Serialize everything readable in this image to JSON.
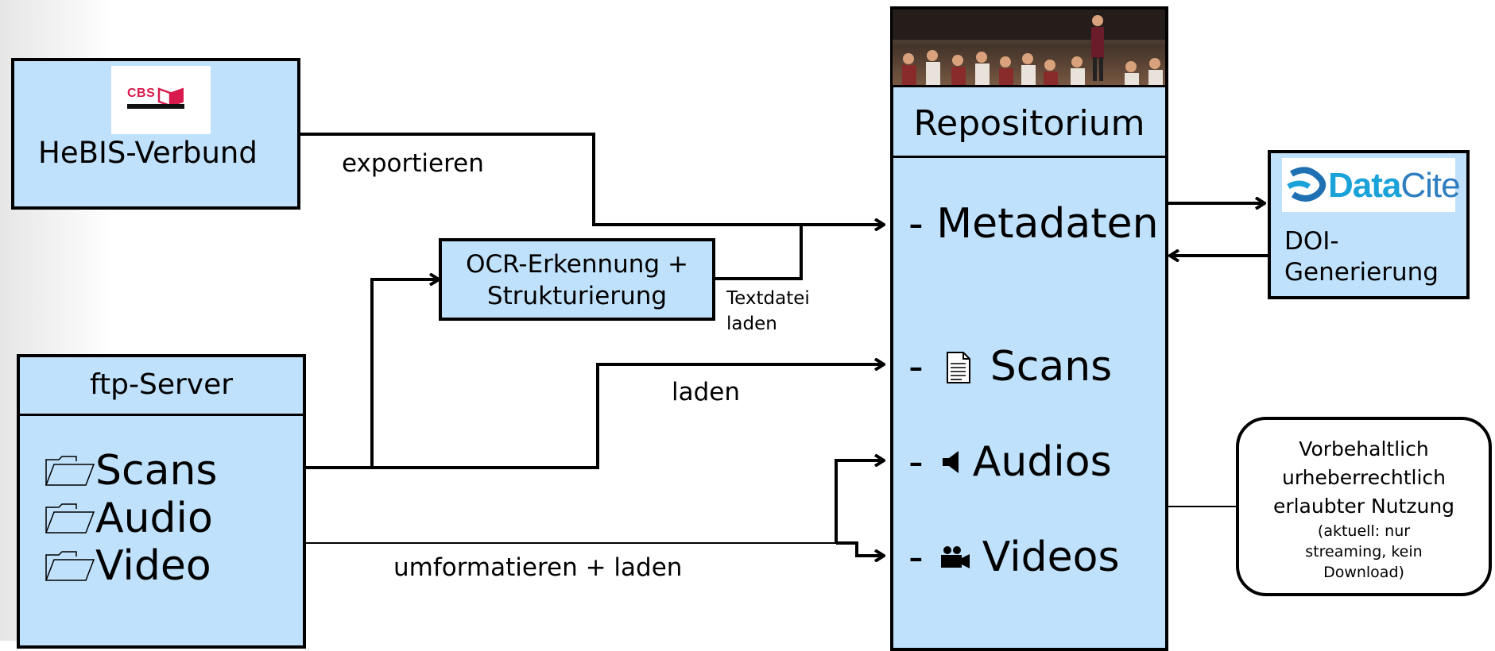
{
  "hebis": {
    "label": "HeBIS-Verbund",
    "logo_text": "CBS"
  },
  "ocr": {
    "line1": "OCR-Erkennung +",
    "line2": "Strukturierung"
  },
  "ftp": {
    "title": "ftp-Server",
    "folders": [
      "Scans",
      "Audio",
      "Video"
    ]
  },
  "repo": {
    "title": "Repositorium",
    "items": {
      "metadaten": "- Metadaten",
      "scans": "Scans",
      "audios": "Audios",
      "videos": "Videos",
      "dash": "-"
    }
  },
  "datacite": {
    "logo_data": "Data",
    "logo_cite": "Cite",
    "line1": "DOI-",
    "line2": "Generierung"
  },
  "note": {
    "line1": "Vorbehaltlich",
    "line2": "urheberrechtlich",
    "line3": "erlaubter Nutzung",
    "line4": "(aktuell: nur",
    "line5": "streaming, kein",
    "line6": "Download)"
  },
  "edges": {
    "exportieren": "exportieren",
    "textdatei1": "Textdatei",
    "textdatei2": "laden",
    "laden": "laden",
    "umformatieren": "umformatieren + laden"
  },
  "colors": {
    "box_fill": "#bfe1fb",
    "stroke": "#000000"
  }
}
